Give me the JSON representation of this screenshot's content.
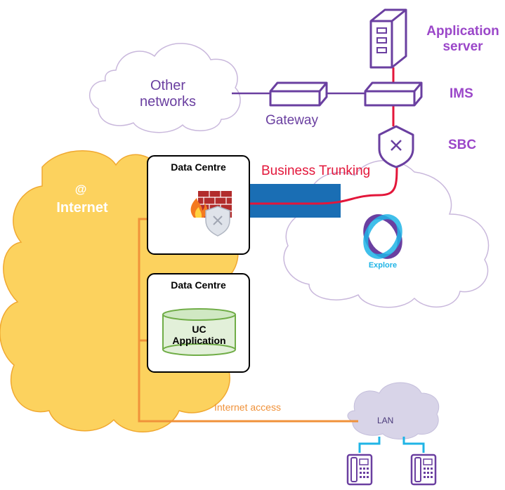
{
  "labels": {
    "other_networks": "Other\nnetworks",
    "gateway": "Gateway",
    "application_server": "Application\nserver",
    "ims": "IMS",
    "sbc": "SBC",
    "business_trunking": "Business Trunking",
    "internet_symbol": "@",
    "internet": "Internet",
    "data_centre_1": "Data Centre",
    "data_centre_2": "Data Centre",
    "uc_application": "UC\nApplication",
    "explore_logo": "Explore",
    "internet_access": "Internet access",
    "lan": "LAN"
  },
  "colors": {
    "purple_outline": "#6a3fa0",
    "violet_text": "#9b47c9",
    "internet_cloud": "#fcd25e",
    "internet_cloud_outline": "#f0a830",
    "trunk_red": "#e3163a",
    "trunk_blue": "#1a6eb4",
    "access_orange": "#f0923a",
    "uc_green": "#e2f0d9",
    "uc_green_border": "#70ad47",
    "lan_cloud": "#d8d4e8",
    "lan_link_cyan": "#1fb4e6"
  },
  "icons": [
    "server-icon",
    "gateway-icon",
    "ims-icon",
    "sbc-shield-icon",
    "firewall-icon",
    "explore-logo-icon",
    "desk-phone-icon"
  ]
}
